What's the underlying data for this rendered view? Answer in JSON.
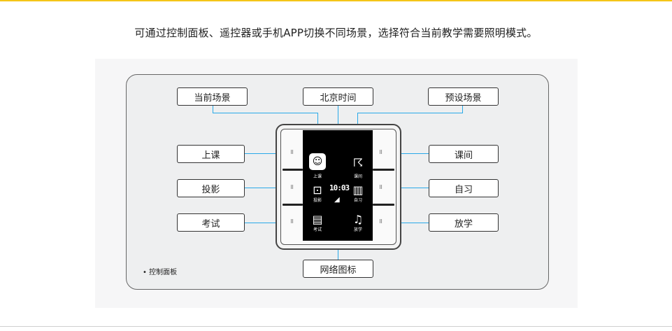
{
  "caption": "可通过控制面板、遥控器或手机APP切换不同场景，选择符合当前教学需要照明模式。",
  "top_labels": {
    "current_scene": "当前场景",
    "beijing_time": "北京时间",
    "preset_scene": "预设场景"
  },
  "left_labels": [
    "上课",
    "投影",
    "考试"
  ],
  "right_labels": [
    "课间",
    "自习",
    "放学"
  ],
  "bottom_label": "网络图标",
  "screen": {
    "left_items": [
      "上课",
      "投影",
      "考试"
    ],
    "right_items": [
      "课间",
      "自习",
      "放学"
    ],
    "clock": "10:03"
  },
  "legend": "• 控制面板",
  "colors": {
    "accent": "#29a9e8",
    "top_bar": "#f5c518"
  },
  "icons": [
    "teacher-icon",
    "projector-icon",
    "exam-icon",
    "running-icon",
    "book-icon",
    "bell-icon",
    "wifi-icon",
    "button-dots-icon"
  ]
}
